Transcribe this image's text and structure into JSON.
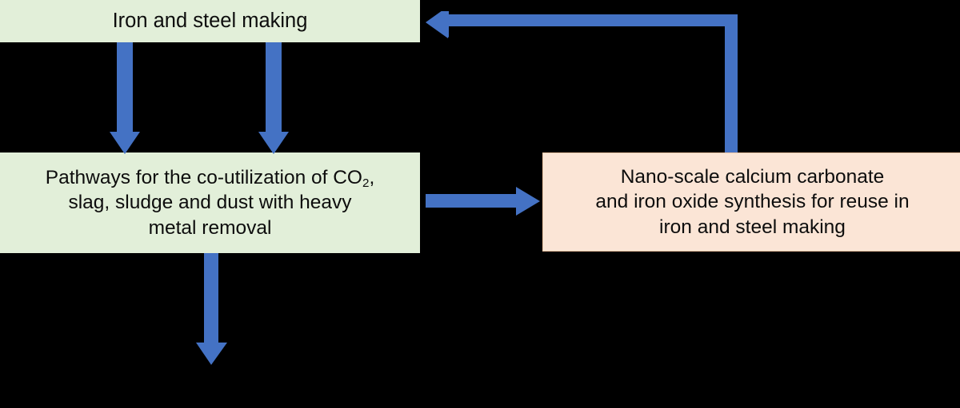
{
  "diagram": {
    "title": "Iron and steel making co-utilization pathways flowchart",
    "background_color": "#000000",
    "accent_color": "#4472c4",
    "box_green_fill": "#e2efd9",
    "box_peach_fill": "#fbe5d6",
    "box_peach_border": "#f6c9a8",
    "text_color": "#0d0d0d"
  },
  "boxes": {
    "iron_steel_making": {
      "label": "Iron and steel making"
    },
    "pathways": {
      "line1_a": "Pathways for the co-utilization of CO",
      "line1_sub": "2",
      "line1_b": ",",
      "line2": "slag, sludge and dust with heavy",
      "line3": "metal removal"
    },
    "nano_scale": {
      "line1": "Nano-scale calcium carbonate",
      "line2": "and iron oxide synthesis for reuse in",
      "line3": "iron and steel making"
    }
  },
  "arrows": [
    {
      "name": "arrow-iron-to-pathways-left",
      "direction": "down"
    },
    {
      "name": "arrow-iron-to-pathways-right",
      "direction": "down"
    },
    {
      "name": "arrow-pathways-to-nano",
      "direction": "right"
    },
    {
      "name": "arrow-nano-to-iron-return",
      "direction": "elbow-up-left"
    },
    {
      "name": "arrow-pathways-to-bottom",
      "direction": "down"
    }
  ]
}
